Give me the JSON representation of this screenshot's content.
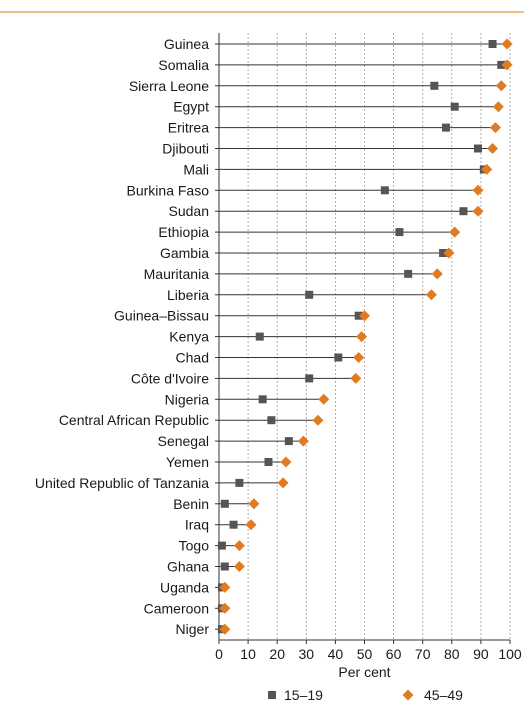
{
  "chart_data": {
    "type": "dot",
    "xlabel": "Per cent",
    "xlim": [
      0,
      100
    ],
    "xticks": [
      0,
      10,
      20,
      30,
      40,
      50,
      60,
      70,
      80,
      90,
      100
    ],
    "grid": "vertical-dashed",
    "legend_position": "bottom",
    "categories": [
      "Guinea",
      "Somalia",
      "Sierra Leone",
      "Egypt",
      "Eritrea",
      "Djibouti",
      "Mali",
      "Burkina Faso",
      "Sudan",
      "Ethiopia",
      "Gambia",
      "Mauritania",
      "Liberia",
      "Guinea–Bissau",
      "Kenya",
      "Chad",
      "Côte d'Ivoire",
      "Nigeria",
      "Central African Republic",
      "Senegal",
      "Yemen",
      "United Republic of Tanzania",
      "Benin",
      "Iraq",
      "Togo",
      "Ghana",
      "Uganda",
      "Cameroon",
      "Niger"
    ],
    "series": [
      {
        "name": "15–19",
        "marker": "square",
        "color": "#555555",
        "values": [
          94,
          97,
          74,
          81,
          78,
          89,
          91,
          57,
          84,
          62,
          77,
          65,
          31,
          48,
          14,
          41,
          31,
          15,
          18,
          24,
          17,
          7,
          2,
          5,
          1,
          2,
          1,
          1,
          1
        ]
      },
      {
        "name": "45–49",
        "marker": "diamond",
        "color": "#e07b22",
        "values": [
          99,
          99,
          97,
          96,
          95,
          94,
          92,
          89,
          89,
          81,
          79,
          75,
          73,
          50,
          49,
          48,
          47,
          36,
          34,
          29,
          23,
          22,
          12,
          11,
          7,
          7,
          2,
          2,
          2
        ]
      }
    ]
  },
  "colors": {
    "top_rule": "#f0a35a",
    "connector": "#333333",
    "grid": "#9a9a9a",
    "axis": "#333333"
  }
}
